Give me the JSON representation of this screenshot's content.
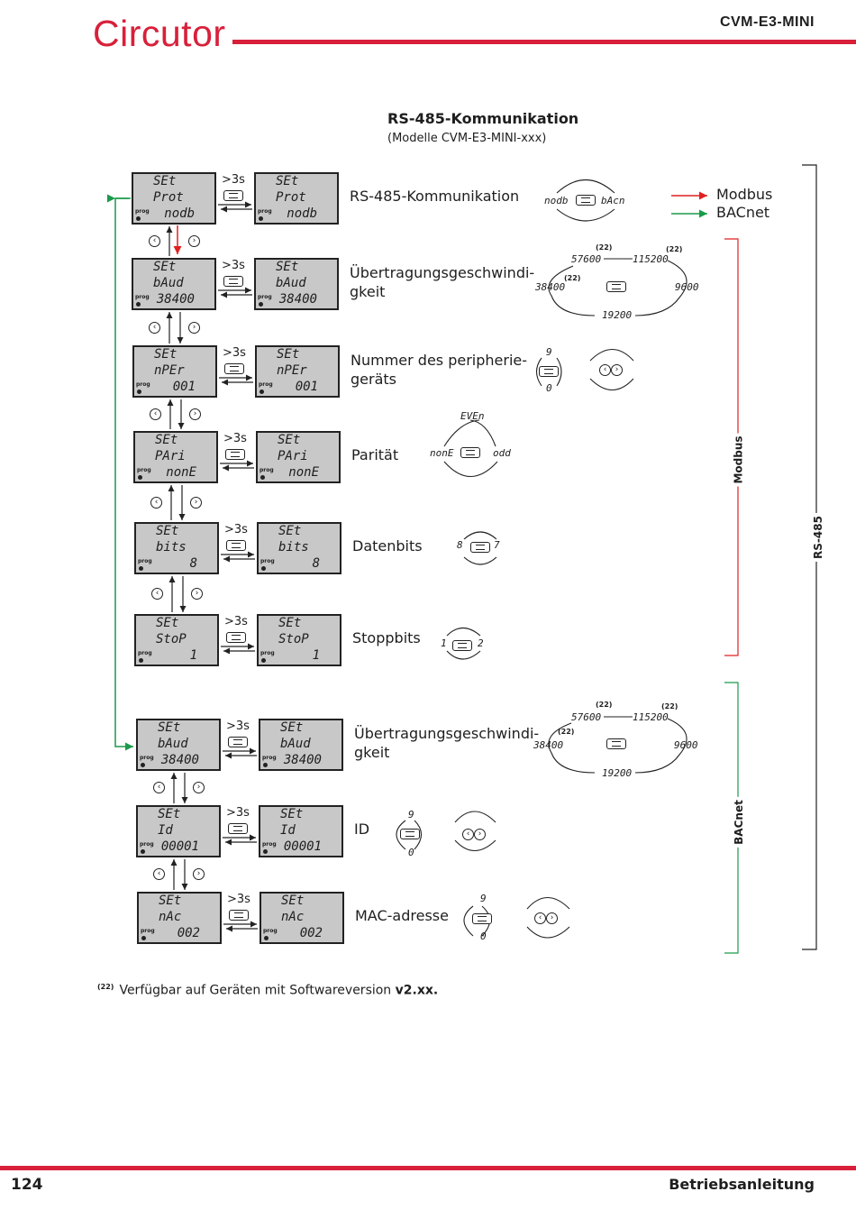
{
  "header": {
    "logo_text": "Circutor",
    "model": "CVM-E3-MINI",
    "accent_color": "#d8203a"
  },
  "section": {
    "title": "RS-485-Kommunikation",
    "subtitle": "(Modelle CVM-E3-MINI-xxx)"
  },
  "legend": {
    "modbus": "Modbus",
    "bacnet": "BACnet",
    "modbus_color": "#e02020",
    "bacnet_color": "#1a9a4a"
  },
  "bracket_labels": {
    "modbus": "Modbus",
    "bacnet": "BACnet",
    "rs485": "RS-485"
  },
  "hold": ">3s",
  "prog": "prog",
  "rows": [
    {
      "l1": "SEt",
      "l2": "Prot",
      "l3": "nodb",
      "label": "RS-485-Kommunikation"
    },
    {
      "l1": "SEt",
      "l2": "bAud",
      "l3": "38400",
      "label": "Übertragungsgeschwindi-\ngkeit"
    },
    {
      "l1": "SEt",
      "l2": "nPEr",
      "l3": "001",
      "label": "Nummer des peripherie-\ngeräts"
    },
    {
      "l1": "SEt",
      "l2": "PAri",
      "l3": "nonE",
      "label": "Parität"
    },
    {
      "l1": "SEt",
      "l2": "bits",
      "l3": "8",
      "label": "Datenbits"
    },
    {
      "l1": "SEt",
      "l2": "StoP",
      "l3": "1",
      "label": "Stoppbits"
    },
    {
      "l1": "SEt",
      "l2": "bAud",
      "l3": "38400",
      "label": "Übertragungsgeschwindi-\ngkeit"
    },
    {
      "l1": "SEt",
      "l2": "Id",
      "l3": "00001",
      "label": "ID"
    },
    {
      "l1": "SEt",
      "l2": "nAc",
      "l3": "002",
      "label": "MAC-adresse"
    }
  ],
  "options": {
    "prot": [
      "nodb",
      "bAcn"
    ],
    "baud": [
      "57600",
      "115200",
      "38400",
      "9600",
      "19200"
    ],
    "baud_note": "(22)",
    "range": [
      "9",
      "0"
    ],
    "parity": [
      "EVEn",
      "nonE",
      "odd"
    ],
    "bits": [
      "8",
      "7"
    ],
    "stop": [
      "1",
      "2"
    ]
  },
  "footnote": {
    "marker": "(22)",
    "text": "Verfügbar auf Geräten mit Softwareversion ",
    "bold": "v2.xx."
  },
  "page": {
    "number": "124",
    "manual": "Betriebsanleitung"
  }
}
